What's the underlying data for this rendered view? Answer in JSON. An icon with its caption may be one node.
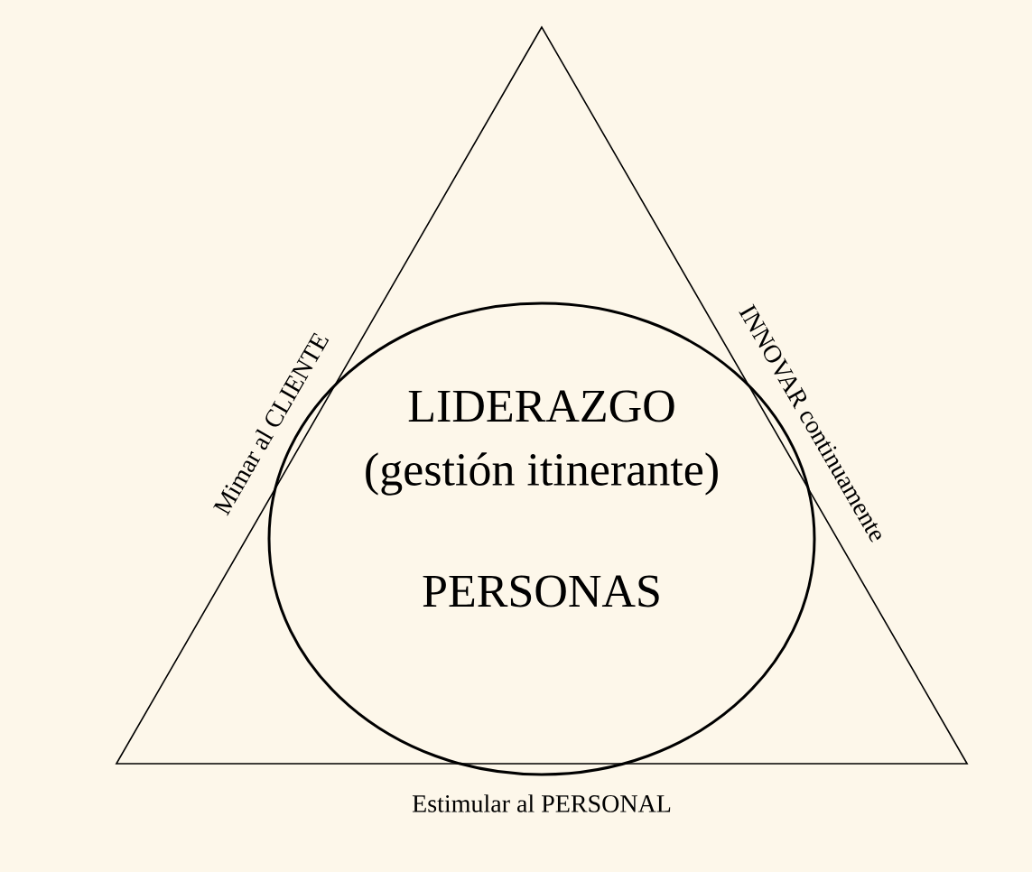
{
  "diagram": {
    "nodes": [
      {
        "text": [],
        "shape": "triangle",
        "beside": [
          "Mimar al CLIENTE",
          "INNOVAR continuamente",
          "Estimular al PERSONAL"
        ]
      },
      {
        "text": [
          "LIDERAZGO",
          "(gestión itinerante)",
          "PERSONAS"
        ],
        "in": 0
      }
    ]
  }
}
